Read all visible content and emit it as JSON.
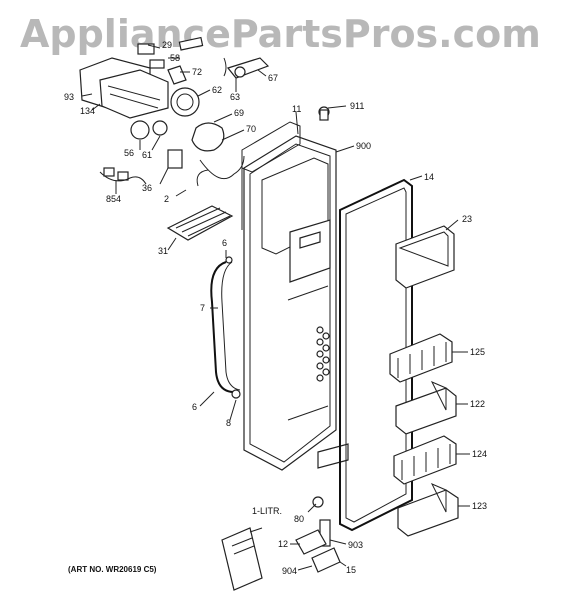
{
  "watermark": "AppliancePartsPros.com",
  "art_number": "(ART NO. WR20619 C5)",
  "callouts": {
    "c29": "29",
    "c58": "58",
    "c72": "72",
    "c62": "62",
    "c93": "93",
    "c134": "134",
    "c63": "63",
    "c67": "67",
    "c69": "69",
    "c70": "70",
    "c56": "56",
    "c61": "61",
    "c36": "36",
    "c854": "854",
    "c2": "2",
    "c11": "11",
    "c911": "911",
    "c900": "900",
    "c14": "14",
    "c23": "23",
    "c31": "31",
    "c6a": "6",
    "c7": "7",
    "c6b": "6",
    "c8": "8",
    "c125": "125",
    "c122": "122",
    "c124": "124",
    "c123": "123",
    "c1litr": "1-LITR.",
    "c80": "80",
    "c903": "903",
    "c12": "12",
    "c904": "904",
    "c15": "15"
  }
}
